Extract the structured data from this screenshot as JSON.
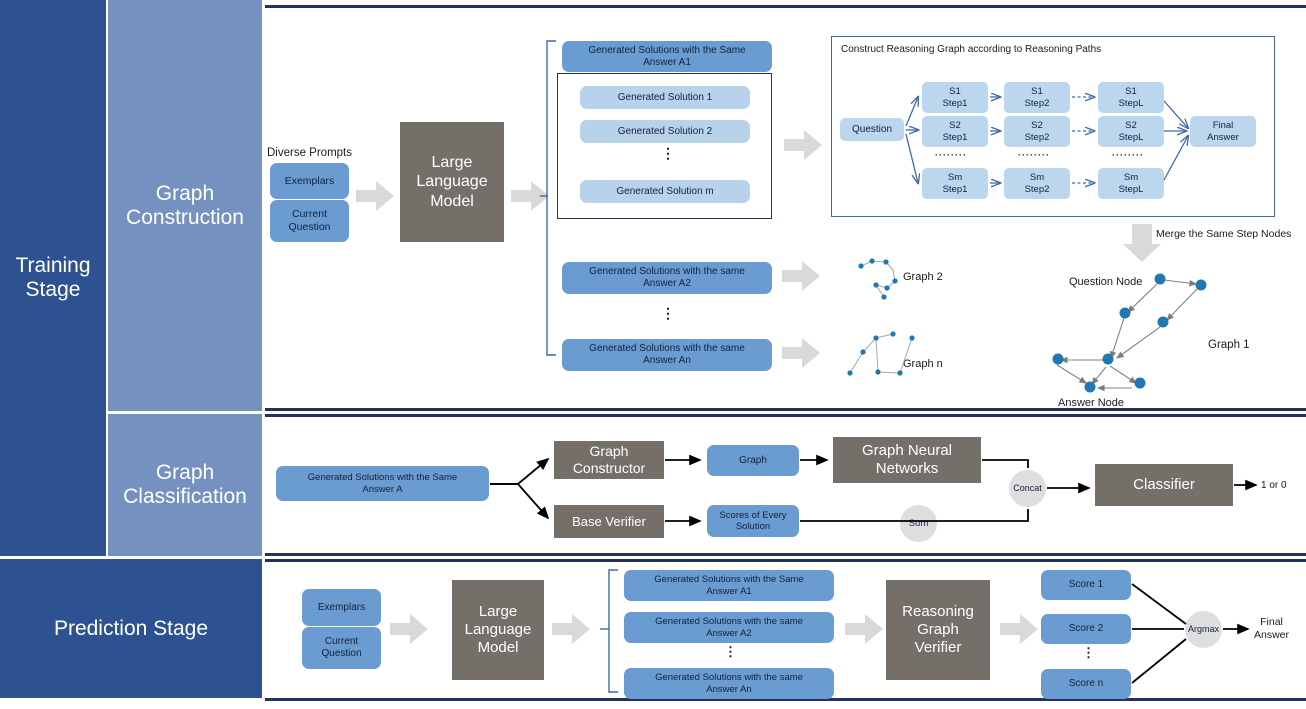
{
  "figure": {
    "title": "Reasoning Graph Verifier pipeline",
    "colors": {
      "stage_dark": "#2e5291",
      "stage_mid": "#7591c0",
      "blue_box": "#6a9bd1",
      "blue_light": "#b7d2ea",
      "gray_box": "#756f6a",
      "border_navy": "#22325c",
      "node_blue": "#1f77b4",
      "arrow_gray": "#d9d9d9",
      "circle_gray": "#dedede"
    }
  },
  "stages": {
    "training": "Training\nStage",
    "training_line1": "Training",
    "training_line2": "Stage",
    "prediction": "Prediction Stage",
    "phases": [
      {
        "line1": "Graph",
        "line2": "Construction"
      },
      {
        "line1": "Graph",
        "line2": "Classification"
      }
    ]
  },
  "graph_construction": {
    "diverse_prompts_label": "Diverse Prompts",
    "prompt_boxes": [
      {
        "label": "Exemplars"
      },
      {
        "label": "Current\nQuestion",
        "line1": "Current",
        "line2": "Question"
      }
    ],
    "llm": {
      "line1": "Large",
      "line2": "Language",
      "line3": "Model"
    },
    "answer_group_a1": {
      "line1": "Generated Solutions with the Same",
      "line2": "Answer A1"
    },
    "solutions": [
      "Generated Solution 1",
      "Generated Solution 2",
      "Generated Solution m"
    ],
    "vertical_ellipsis": "⋮",
    "answer_group_a2": {
      "line1": "Generated Solutions with the same",
      "line2": "Answer A2"
    },
    "answer_group_an": {
      "line1": "Generated Solutions with the same",
      "line2": "Answer An"
    },
    "graph_labels": {
      "graph2": "Graph 2",
      "graphn": "Graph n",
      "graph1": "Graph 1"
    },
    "reasoning_panel": {
      "title": "Construct Reasoning Graph according to Reasoning Paths",
      "question": "Question",
      "final_answer": {
        "line1": "Final",
        "line2": "Answer"
      },
      "dots": "········",
      "rows": [
        {
          "prefix": "S1",
          "steps": [
            "Step1",
            "Step2",
            "StepL"
          ]
        },
        {
          "prefix": "S2",
          "steps": [
            "Step1",
            "Step2",
            "StepL"
          ]
        },
        {
          "prefix": "Sm",
          "steps": [
            "Step1",
            "Step2",
            "StepL"
          ]
        }
      ]
    },
    "merge_label": "Merge the Same Step Nodes",
    "node_labels": {
      "question_node": "Question Node",
      "answer_node": "Answer Node"
    }
  },
  "graph_classification": {
    "input_box": {
      "line1": "Generated Solutions with the Same",
      "line2": "Answer A"
    },
    "graph_constructor": {
      "line1": "Graph",
      "line2": "Constructor"
    },
    "base_verifier": "Base Verifier",
    "graph_box": "Graph",
    "scores_box": {
      "line1": "Scores of Every",
      "line2": "Solution"
    },
    "gnn": {
      "line1": "Graph Neural",
      "line2": "Networks"
    },
    "sum": "Sum",
    "concat": "Concat",
    "classifier": "Classifier",
    "output": "1 or 0"
  },
  "prediction_stage": {
    "prompt_boxes": [
      {
        "label": "Exemplars"
      },
      {
        "line1": "Current",
        "line2": "Question"
      }
    ],
    "llm": {
      "line1": "Large",
      "line2": "Language",
      "line3": "Model"
    },
    "answer_groups": [
      {
        "line1": "Generated Solutions with the Same",
        "line2": "Answer A1"
      },
      {
        "line1": "Generated Solutions with the same",
        "line2": "Answer A2"
      },
      {
        "line1": "Generated Solutions with the same",
        "line2": "Answer An"
      }
    ],
    "verifier": {
      "line1": "Reasoning",
      "line2": "Graph",
      "line3": "Verifier"
    },
    "scores": [
      "Score 1",
      "Score 2",
      "Score n"
    ],
    "argmax": "Argmax",
    "final_answer": {
      "line1": "Final",
      "line2": "Answer"
    }
  }
}
